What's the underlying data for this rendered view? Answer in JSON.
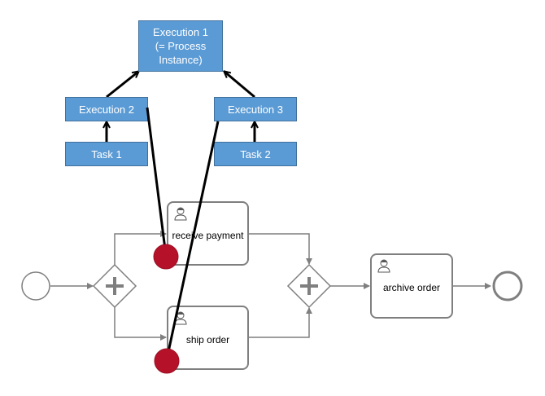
{
  "executions": {
    "execution1": "Execution 1\n(= Process\nInstance)",
    "execution2": "Execution 2",
    "execution3": "Execution 3",
    "task1": "Task 1",
    "task2": "Task 2"
  },
  "process": {
    "receive_payment": "receive payment",
    "ship_order": "ship order",
    "archive_order": "archive order"
  },
  "colors": {
    "execution_fill": "#5b9bd5",
    "token": "#b5122a",
    "flow": "#7f7f7f"
  }
}
